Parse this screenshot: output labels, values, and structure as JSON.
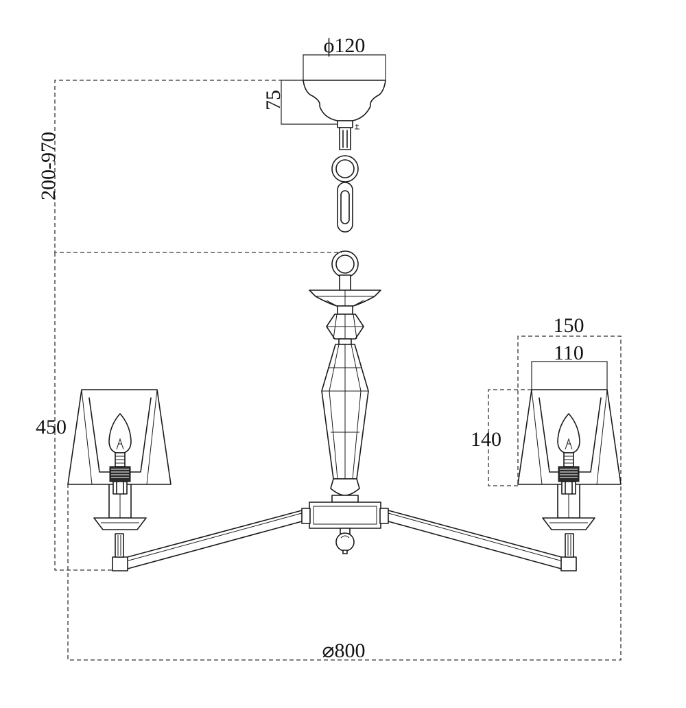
{
  "dimensions": {
    "canopy_diameter": "ϕ120",
    "canopy_height": "75",
    "chain_drop": "200-970",
    "body_height": "450",
    "shade_top": "110",
    "shade_bottom": "150",
    "shade_height": "140",
    "overall_diameter": "⌀800"
  },
  "colors": {
    "ink": "#1a1a1a",
    "background": "#ffffff"
  }
}
